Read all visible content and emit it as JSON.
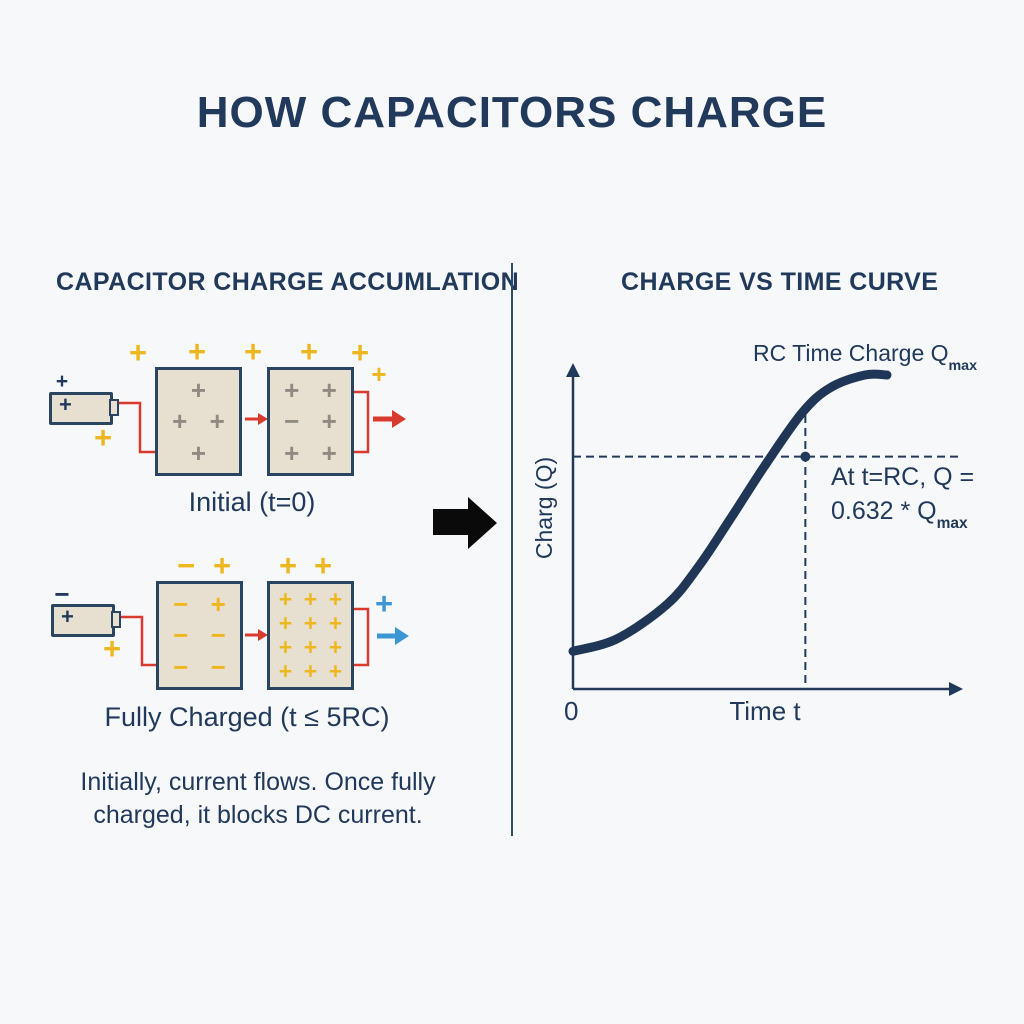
{
  "page": {
    "title": "HOW CAPACITORS CHARGE"
  },
  "colors": {
    "bg": "#f7f8fa",
    "navy": "#21395b",
    "curve": "#1f3656",
    "divider": "#2e4d66",
    "red": "#d93a2e",
    "yellow": "#eeb71f",
    "blue": "#3b97d3",
    "gray": "#8f8b83",
    "plate-fill": "#e7e0d0",
    "plate-border": "#2a4562",
    "black": "#0a0a0a"
  },
  "glyphs": {
    "plus": "+",
    "minus": "−"
  },
  "left_panel": {
    "heading": "CAPACITOR CHARGE ACCUMLATION",
    "diagram_initial": {
      "label": "Initial (t=0)",
      "battery": {
        "terminal_top": "+",
        "terminal_inner": "+",
        "charge_below": "+"
      },
      "floating_charges_above": [
        "+",
        "+",
        "+",
        "+",
        "+",
        "+"
      ],
      "plate_left_rows": [
        [
          "+"
        ],
        [
          "+",
          "+"
        ],
        [
          "+"
        ]
      ],
      "plate_right_rows": [
        [
          "+",
          "+"
        ],
        [
          "−",
          "+"
        ],
        [
          "+",
          "+"
        ]
      ]
    },
    "diagram_charged": {
      "label": "Fully Charged (t ≤ 5RC)",
      "battery": {
        "terminal_top": "−",
        "terminal_inner": "+",
        "charge_below": "+"
      },
      "above_left_plate": [
        "−",
        "+"
      ],
      "above_right_plate": [
        "+",
        "+"
      ],
      "plate_left_rows": [
        [
          "−",
          "+"
        ],
        [
          "−",
          "−"
        ],
        [
          "−",
          "−"
        ]
      ],
      "plate_right_rows": [
        [
          "+",
          "+",
          "+"
        ],
        [
          "+",
          "+",
          "+"
        ],
        [
          "+",
          "+",
          "+"
        ],
        [
          "+",
          "+",
          "+"
        ]
      ],
      "output_charge": "+"
    },
    "caption_line1": "Initially, current flows. Once fully",
    "caption_line2": "charged, it blocks DC current."
  },
  "right_panel": {
    "heading": "CHARGE VS TIME CURVE",
    "curve_label": "RC Time Charge Q",
    "curve_label_sub": "max",
    "annotation_line1": "At t=RC, Q =",
    "annotation_line2": "0.632 * Q",
    "annotation_sub": "max",
    "y_axis_label": "Charg (Q)",
    "x_axis_label": "Time t",
    "origin_label": "0"
  },
  "chart_data": {
    "type": "line",
    "title": "CHARGE VS TIME CURVE",
    "xlabel": "Time t",
    "ylabel": "Charg (Q)",
    "x_range": [
      0,
      1
    ],
    "y_range": [
      0,
      1
    ],
    "grid": false,
    "series": [
      {
        "name": "RC Time Charge Qmax",
        "points": [
          [
            0,
            0.12
          ],
          [
            0.14,
            0.16
          ],
          [
            0.3,
            0.27
          ],
          [
            0.4,
            0.39
          ],
          [
            0.5,
            0.54
          ],
          [
            0.61,
            0.71
          ],
          [
            0.73,
            0.88
          ],
          [
            0.82,
            0.96
          ],
          [
            0.93,
            1.0
          ],
          [
            1.0,
            1.0
          ]
        ]
      }
    ],
    "marker": {
      "t": 0.74,
      "q": 0.74,
      "annotation": "At t=RC, Q = 0.632 * Qmax"
    }
  }
}
